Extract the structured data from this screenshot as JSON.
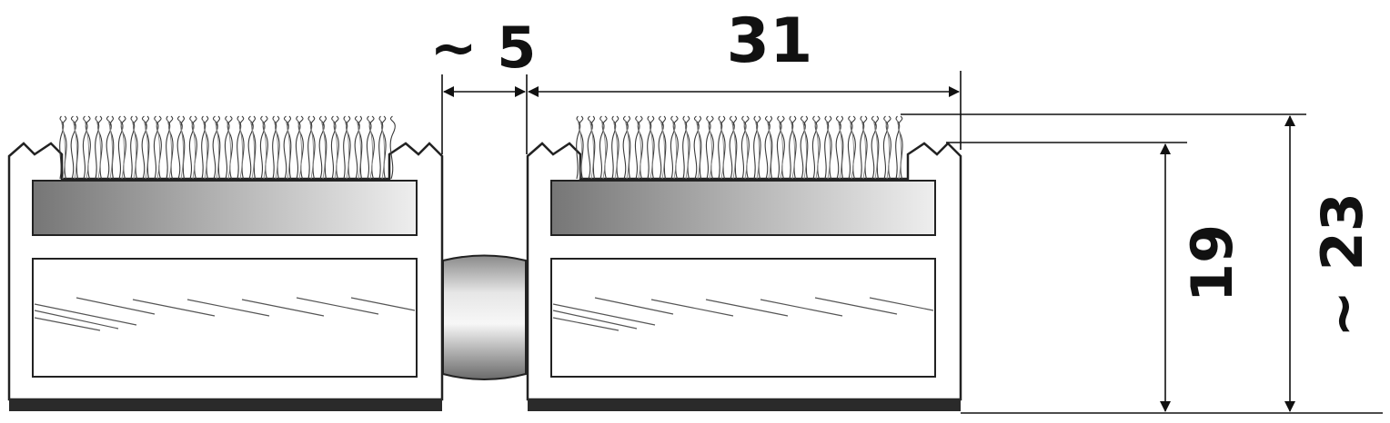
{
  "dimensions": {
    "gap": "~ 5",
    "module_width": "31",
    "insert_height": "19",
    "total_height": "~ 23"
  },
  "colors": {
    "outline": "#222222",
    "base_strip": "#2a2a2a",
    "brush": "#3a3a3a",
    "insert_dark": "#777777",
    "insert_light": "#eeeeee"
  }
}
